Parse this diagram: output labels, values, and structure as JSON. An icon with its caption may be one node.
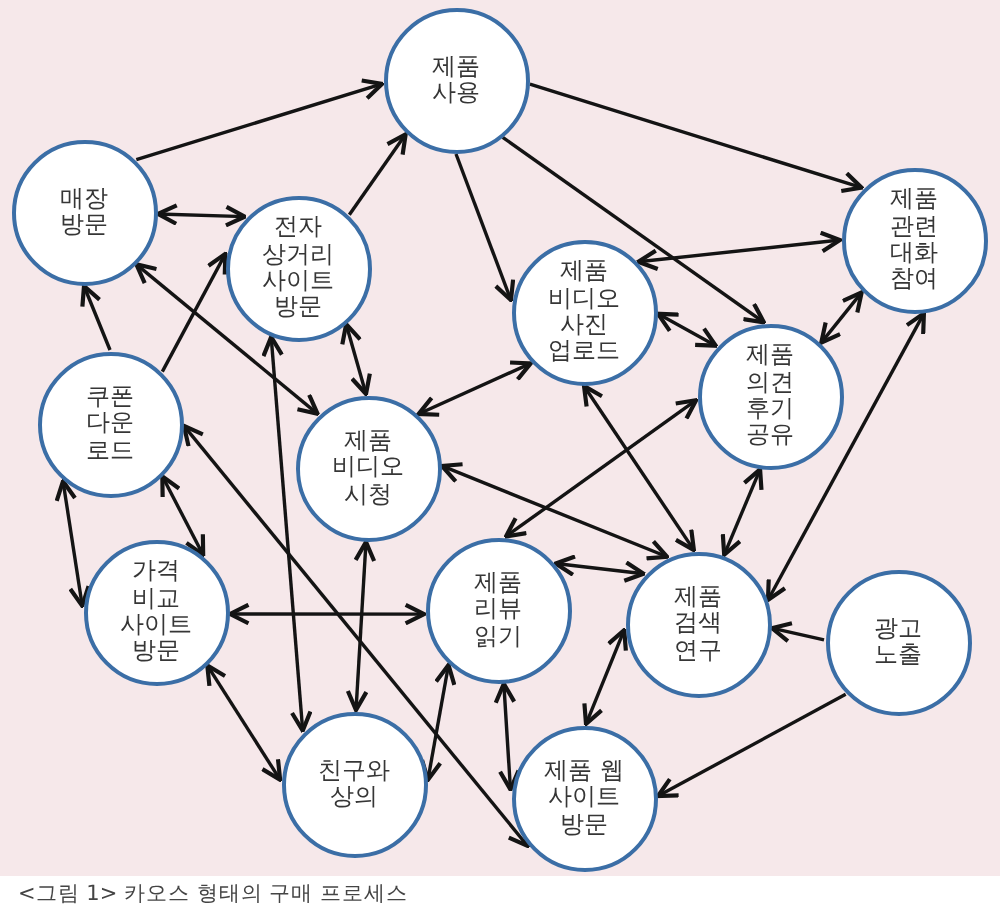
{
  "diagram": {
    "caption": "<그림 1> 카오스 형태의 구매 프로세스",
    "nodes": [
      {
        "text": [
          "제품 사용"
        ]
      },
      {
        "text": [
          "매장 방문"
        ]
      },
      {
        "text": [
          "제품 관련 대화 참여"
        ]
      },
      {
        "text": [
          "전자 상거리 사이트 방문"
        ]
      },
      {
        "text": [
          "제품 비디오 사진 업로드"
        ]
      },
      {
        "text": [
          "제품 의견 후기 공유"
        ]
      },
      {
        "text": [
          "쿠폰 다운 로드"
        ]
      },
      {
        "text": [
          "제품 비디오 시청"
        ]
      },
      {
        "text": [
          "제품 리뷰 읽기"
        ]
      },
      {
        "text": [
          "가격 비교 사이트 방문"
        ]
      },
      {
        "text": [
          "제품 검색 연구"
        ]
      },
      {
        "text": [
          "광고 노출"
        ]
      },
      {
        "text": [
          "친구와 상의"
        ]
      },
      {
        "text": [
          "제품 웹 사이트 방문"
        ]
      }
    ],
    "edges": [
      {
        "from": 1,
        "to": 0,
        "arrow": "to"
      },
      {
        "from": 1,
        "to": 3,
        "arrow": "both"
      },
      {
        "from": 3,
        "to": 0,
        "arrow": "to"
      },
      {
        "from": 1,
        "to": 7,
        "arrow": "both"
      },
      {
        "from": 6,
        "to": 1,
        "arrow": "to"
      },
      {
        "from": 6,
        "to": 3,
        "arrow": "to"
      },
      {
        "from": 3,
        "to": 7,
        "arrow": "both"
      },
      {
        "from": 3,
        "to": 12,
        "arrow": "both"
      },
      {
        "from": 6,
        "to": 9,
        "arrow": "both"
      },
      {
        "from": 6,
        "to": 9,
        "arrow": "both"
      },
      {
        "from": 9,
        "to": 8,
        "arrow": "both"
      },
      {
        "from": 9,
        "to": 12,
        "arrow": "both"
      },
      {
        "from": 7,
        "to": 12,
        "arrow": "both"
      },
      {
        "from": 8,
        "to": 12,
        "arrow": "both"
      },
      {
        "from": 6,
        "to": 13,
        "arrow": "both"
      },
      {
        "from": 8,
        "to": 13,
        "arrow": "both"
      },
      {
        "from": 0,
        "to": 2,
        "arrow": "to"
      },
      {
        "from": 0,
        "to": 5,
        "arrow": "to"
      },
      {
        "from": 0,
        "to": 4,
        "arrow": "to"
      },
      {
        "from": 4,
        "to": 7,
        "arrow": "both"
      },
      {
        "from": 4,
        "to": 2,
        "arrow": "both"
      },
      {
        "from": 4,
        "to": 5,
        "arrow": "both"
      },
      {
        "from": 2,
        "to": 5,
        "arrow": "both"
      },
      {
        "from": 10,
        "to": 2,
        "arrow": "both"
      },
      {
        "from": 4,
        "to": 10,
        "arrow": "both"
      },
      {
        "from": 8,
        "to": 5,
        "arrow": "both"
      },
      {
        "from": 5,
        "to": 10,
        "arrow": "both"
      },
      {
        "from": 8,
        "to": 10,
        "arrow": "both"
      },
      {
        "from": 10,
        "to": 13,
        "arrow": "both"
      },
      {
        "from": 11,
        "to": 10,
        "arrow": "to"
      },
      {
        "from": 11,
        "to": 13,
        "arrow": "to"
      },
      {
        "from": 7,
        "to": 10,
        "arrow": "both"
      }
    ]
  }
}
